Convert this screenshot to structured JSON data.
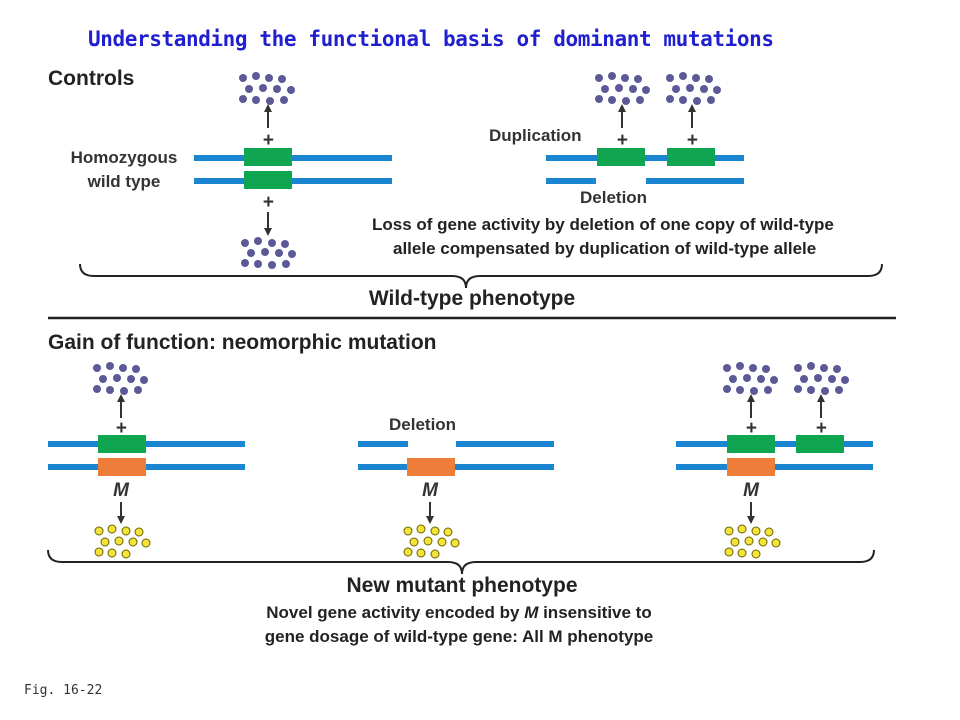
{
  "title": "Understanding the functional basis of dominant mutations",
  "figure_label": "Fig. 16-22",
  "controls": {
    "heading": "Controls",
    "homozygous_label_line1": "Homozygous",
    "homozygous_label_line2": "wild type",
    "duplication_label": "Duplication",
    "deletion_label": "Deletion",
    "wild_type_symbol": "+",
    "caption_line1": "Loss of gene activity by deletion of one copy of wild-type",
    "caption_line2": "allele compensated by duplication of wild-type allele",
    "phenotype_label": "Wild-type phenotype"
  },
  "gain_of_function": {
    "heading": "Gain of function: neomorphic mutation",
    "deletion_label": "Deletion",
    "wild_type_symbol": "+",
    "mutant_symbol": "M",
    "phenotype_label": "New mutant phenotype",
    "caption_line1_pre": "Novel gene activity encoded by ",
    "caption_line1_italic": "M",
    "caption_line1_post": " insensitive to",
    "caption_line2": "gene dosage of wild-type gene: All M phenotype"
  },
  "colors": {
    "chromosome": "#1a86d2",
    "wild_type_gene": "#10a550",
    "mutant_gene": "#ef7d3a",
    "wild_type_product": "#5c5a96",
    "mutant_product": "#f3e33a",
    "mutant_product_outline": "#6b6300",
    "title": "#1f1fd0"
  }
}
